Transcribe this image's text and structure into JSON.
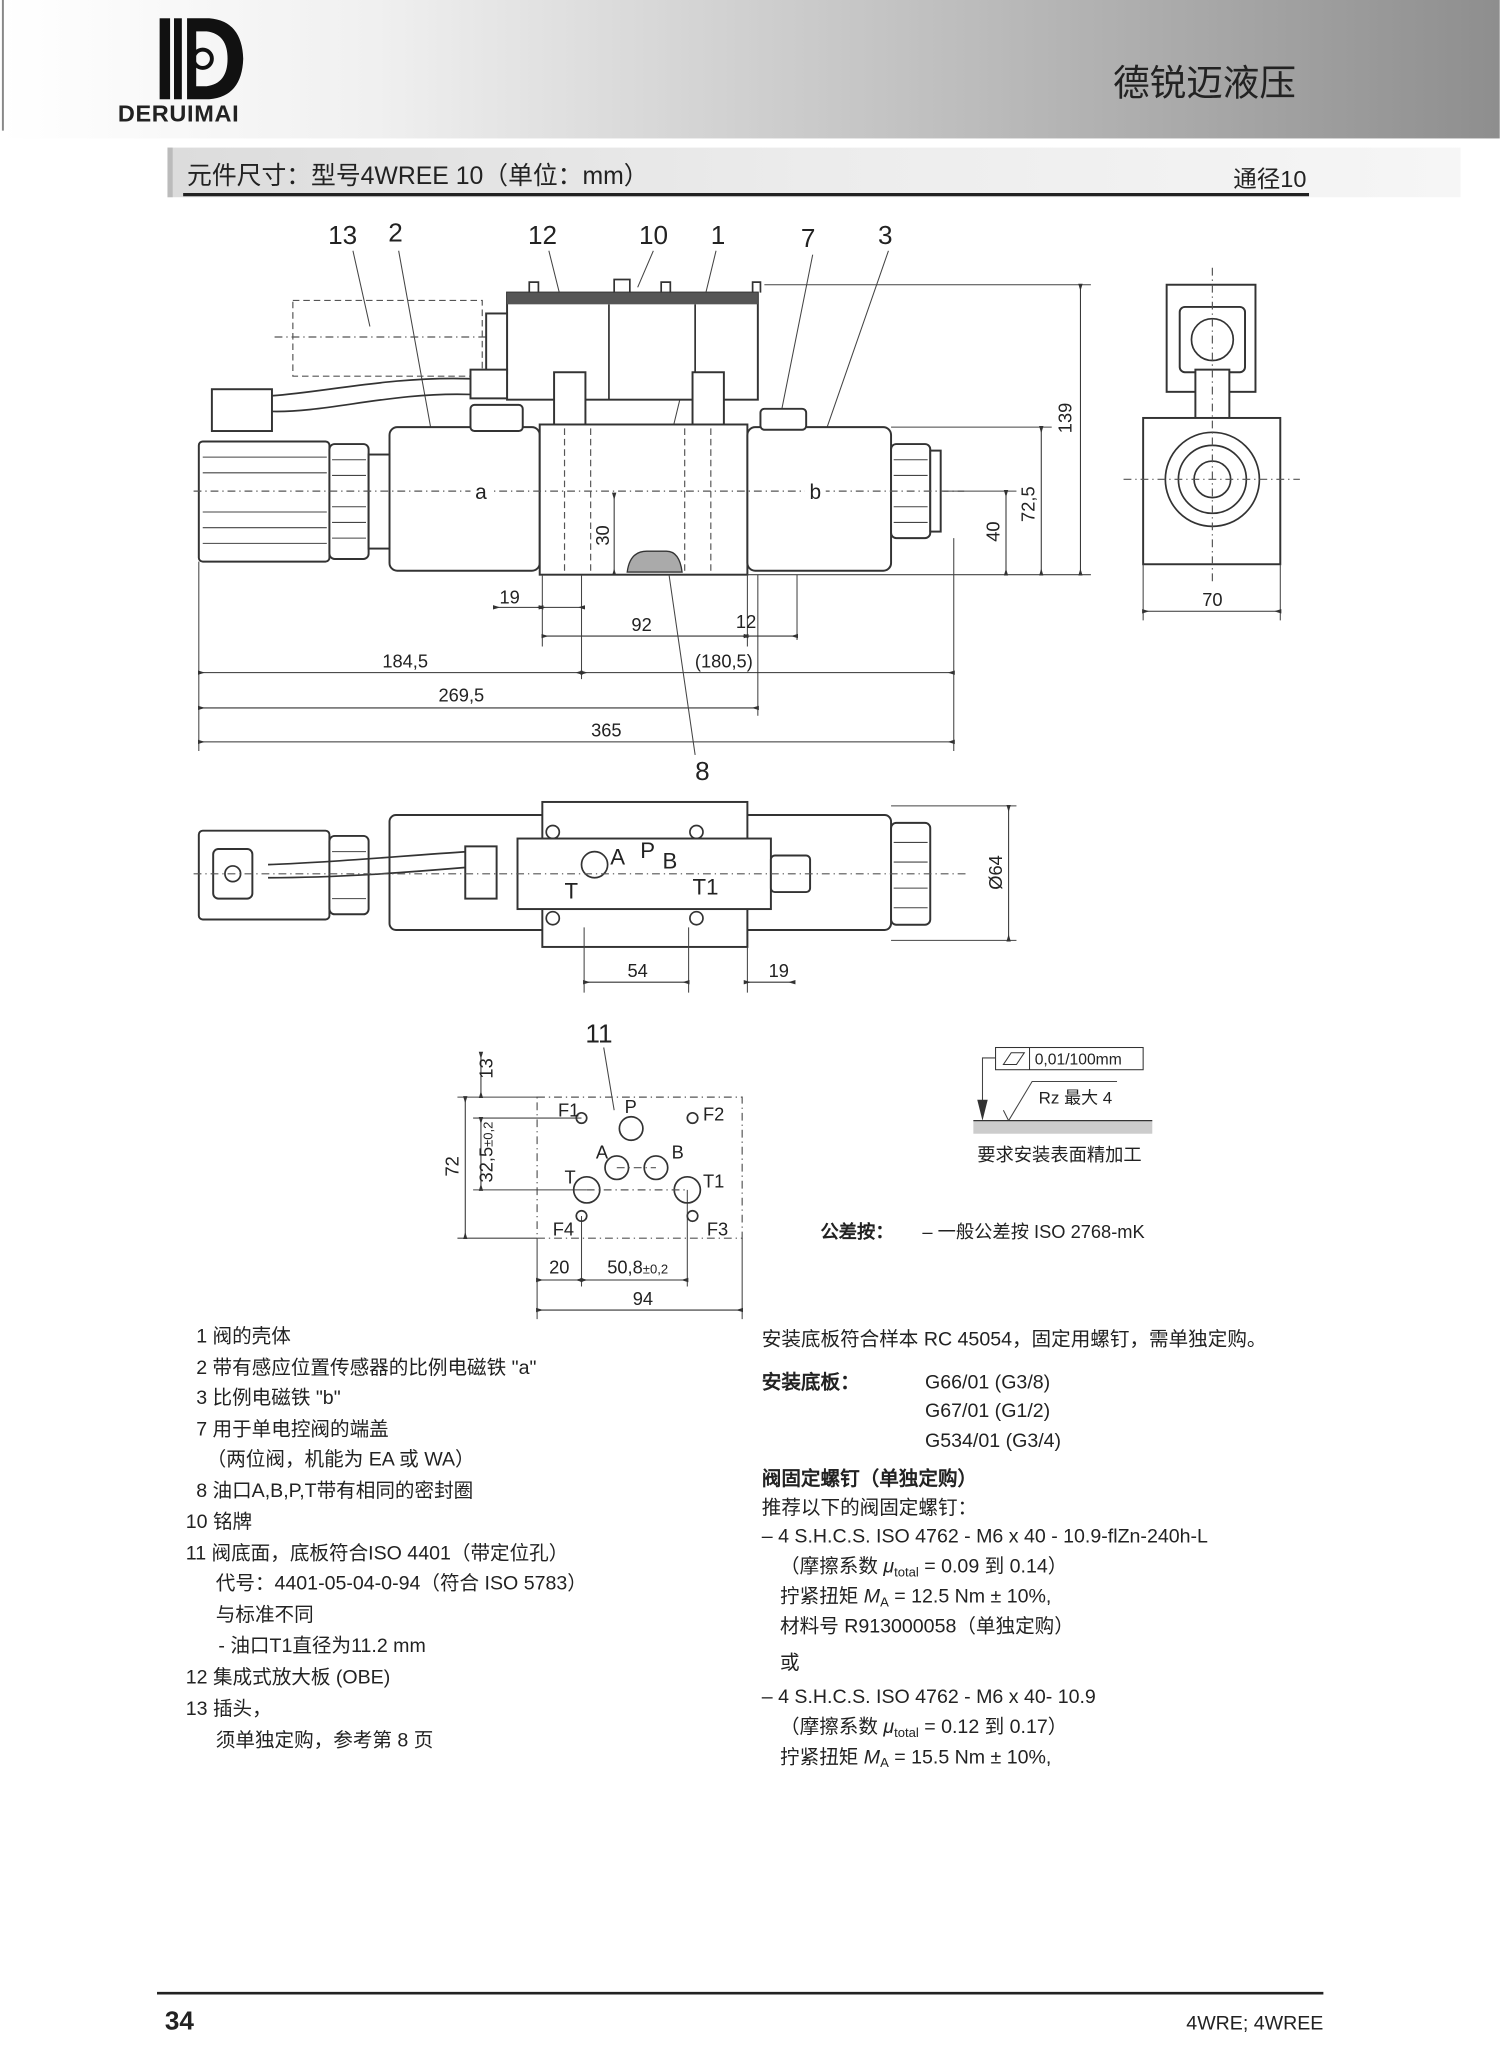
{
  "header": {
    "brand_name": "DERUIMAI",
    "company_title": "德锐迈液压"
  },
  "section": {
    "title": "元件尺寸：型号4WREE 10（单位：mm）",
    "nominal_size": "通径10"
  },
  "drawing": {
    "callouts": [
      "13",
      "2",
      "12",
      "10",
      "1",
      "7",
      "3",
      "8",
      "11"
    ],
    "solenoid_a": "a",
    "solenoid_b": "b",
    "dims": {
      "h139": "139",
      "h72_5": "72,5",
      "h40": "40",
      "h30": "30",
      "d19": "19",
      "d92": "92",
      "d12": "12",
      "d184_5": "184,5",
      "d180_5": "(180,5)",
      "d269_5": "269,5",
      "d365": "365",
      "w70": "70",
      "dia64": "Ø64",
      "d54": "54",
      "d19b": "19"
    },
    "top_view_ports": {
      "A": "A",
      "P": "P",
      "B": "B",
      "T": "T",
      "T1": "T1"
    },
    "face": {
      "ports": {
        "F1": "F1",
        "F2": "F2",
        "F3": "F3",
        "F4": "F4",
        "P": "P",
        "A": "A",
        "B": "B",
        "T": "T",
        "T1": "T1"
      },
      "dim13": "13",
      "dim72": "72",
      "dim32_5": "32,5",
      "dim32_5_tol": "±0,2",
      "dim20": "20",
      "dim50_8": "50,8",
      "dim50_8_tol": "±0,2",
      "dim94": "94"
    },
    "surface": {
      "flatness": "0,01/100mm",
      "roughness": "Rz 最大 4",
      "note": "要求安装表面精加工"
    },
    "tolerance": {
      "label": "公差按：",
      "text": "– 一般公差按 ISO 2768-mK"
    }
  },
  "legend": [
    "1 阀的壳体",
    "2 带有感应位置传感器的比例电磁铁 \"a\"",
    "3 比例电磁铁 \"b\"",
    "7 用于单电控阀的端盖",
    "（两位阀，机能为 EA 或 WA）",
    "8 油口A,B,P,T带有相同的密封圈",
    "10 铭牌",
    "11 阀底面，底板符合ISO 4401（带定位孔）",
    "代号：4401-05-04-0-94（符合 ISO 5783）",
    "与标准不同",
    "- 油口T1直径为11.2 mm",
    "12 集成式放大板 (OBE)",
    "13 插头，",
    "须单独定购，参考第 8 页"
  ],
  "notes": {
    "subplate_note": "安装底板符合样本 RC 45054，固定用螺钉，需单独定购。",
    "subplate_label": "安装底板：",
    "subplates": [
      "G66/01 (G3/8)",
      "G67/01 (G1/2)",
      "G534/01 (G3/4)"
    ],
    "screws_title": "阀固定螺钉（单独定购）",
    "screws_intro": "推荐以下的阀固定螺钉：",
    "option1": "– 4 S.H.C.S. ISO 4762 - M6 x 40 - 10.9-flZn-240h-L",
    "option1_friction_pre": "（摩擦系数 ",
    "mu": "μ",
    "mu_sub": "total",
    "option1_friction_post": " = 0.09 到 0.14）",
    "torque_pre": "拧紧扭矩 ",
    "M": "M",
    "M_sub": "A",
    "option1_torque_post": " = 12.5 Nm ± 10%,",
    "option1_material": "材料号 R913000058（单独定购）",
    "or": "或",
    "option2": "– 4 S.H.C.S. ISO 4762 - M6 x 40- 10.9",
    "option2_friction_post": " = 0.12 到 0.17）",
    "option2_torque_post": " = 15.5 Nm ± 10%,"
  },
  "footer": {
    "page_number": "34",
    "product": "4WRE; 4WREE"
  }
}
